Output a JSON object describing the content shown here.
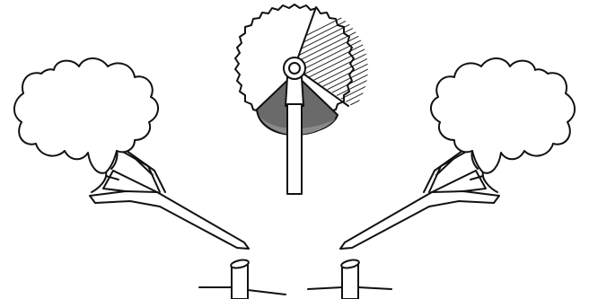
{
  "figure": {
    "description_free": true,
    "colors": {
      "ink": "#111111",
      "background": "#ffffff",
      "shade_dark": "#5f5f5f",
      "shade_light": "#8a8a8a"
    },
    "elements": [
      "left-tree",
      "right-tree",
      "center-wheel",
      "center-blade",
      "center-shaft",
      "left-post",
      "right-post"
    ]
  }
}
